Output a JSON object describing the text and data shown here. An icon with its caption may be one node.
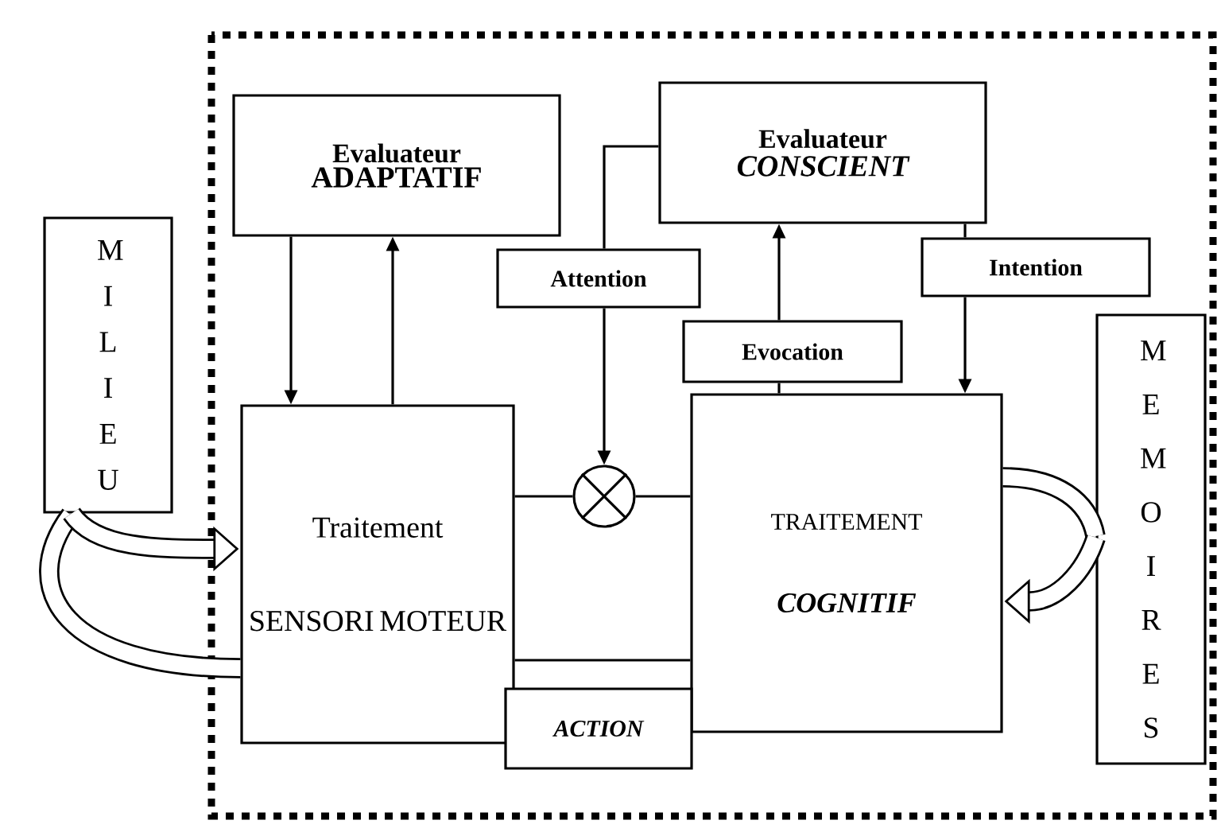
{
  "diagram": {
    "nodes": [
      {
        "text": [
          "M I L I E U"
        ]
      },
      {
        "text": [
          "Evaluateur",
          "ADAPTATIF"
        ]
      },
      {
        "text": [
          "Evaluateur",
          "CONSCIENT"
        ]
      },
      {
        "text": [
          "Attention"
        ]
      },
      {
        "text": [
          "Intention"
        ]
      },
      {
        "text": [
          "Evocation"
        ]
      },
      {
        "text": [
          "Traitement",
          "SENSORI MOTEUR"
        ]
      },
      {
        "text": [],
        "shape": "circle"
      },
      {
        "text": [
          "TRAITEMENT",
          "COGNITIF"
        ]
      },
      {
        "text": [
          "ACTION"
        ]
      },
      {
        "text": [
          "M E M O I R E S"
        ]
      }
    ],
    "edges": [
      {
        "from": 1,
        "to": 6,
        "arrow": "to"
      },
      {
        "from": 6,
        "to": 1,
        "arrow": "to"
      },
      {
        "from": 2,
        "to": 3,
        "arrow": "none"
      },
      {
        "from": 3,
        "to": 7,
        "arrow": "to"
      },
      {
        "from": 6,
        "to": 7,
        "arrow": "none"
      },
      {
        "from": 7,
        "to": 8,
        "arrow": "none"
      },
      {
        "from": 5,
        "to": 2,
        "arrow": "to"
      },
      {
        "from": 8,
        "to": 5,
        "arrow": "none"
      },
      {
        "from": 2,
        "to": 4,
        "arrow": "none"
      },
      {
        "from": 4,
        "to": 8,
        "arrow": "to"
      },
      {
        "from": 6,
        "to": 8,
        "arrow": "none"
      },
      {
        "from": 6,
        "to": 0,
        "arrow": "none",
        "style": "thick"
      },
      {
        "from": 0,
        "to": 6,
        "arrow": "to",
        "style": "thick"
      },
      {
        "from": 8,
        "to": 10,
        "arrow": "none",
        "style": "thick"
      },
      {
        "from": 10,
        "to": 8,
        "arrow": "to",
        "style": "thick"
      }
    ]
  }
}
